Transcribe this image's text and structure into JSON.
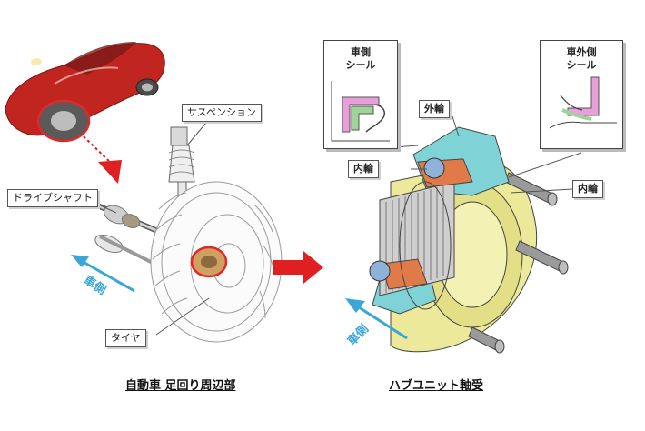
{
  "left": {
    "label_suspension": "サスペンション",
    "label_driveshaft": "ドライブシャフト",
    "label_tire": "タイヤ",
    "direction_text": "車側",
    "caption": "自動車 足回り周辺部"
  },
  "right": {
    "inner_seal_line1": "車側",
    "inner_seal_line2": "シール",
    "outer_seal_line1": "車外側",
    "outer_seal_line2": "シール",
    "label_outer_ring": "外輪",
    "label_inner_ring_left": "内輪",
    "label_inner_ring_right": "内輪",
    "direction_text": "車側",
    "caption": "ハブユニット軸受"
  },
  "colors": {
    "car_red": "#c0261f",
    "arrow_red": "#e02020",
    "highlight_red": "#e02828",
    "direction_blue": "#3ba6d8",
    "hub_yellow": "#ecea9a",
    "outer_ring_teal": "#7fd3d6",
    "seal_pink": "#e8a0d8",
    "seal_green": "#9fd39a",
    "cage_orange": "#e07a48",
    "ball_blue": "#8fb2d8"
  }
}
